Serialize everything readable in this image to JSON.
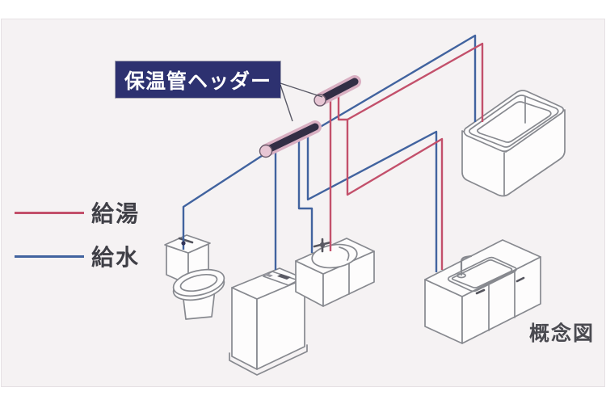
{
  "diagram": {
    "label_box": {
      "text": "保温管ヘッダー"
    },
    "legend": {
      "hot": {
        "label": "給湯",
        "color": "#c3506b"
      },
      "cold": {
        "label": "給水",
        "color": "#41639f"
      }
    },
    "caption": "概念図",
    "colors": {
      "hot_pipe": "#c3506b",
      "cold_pipe": "#41639f",
      "label_box_bg": "#2d3170",
      "label_box_text": "#ffffff",
      "fixture_outline": "#87898f",
      "header_body": "#322e45",
      "header_highlight": "#d9afc2",
      "background": "#f5f2f3"
    },
    "fixtures": [
      "toilet",
      "washing-machine",
      "vanity-sink",
      "kitchen-sink",
      "bathtub"
    ],
    "headers": [
      "upper-insulated-header",
      "lower-insulated-header"
    ]
  }
}
